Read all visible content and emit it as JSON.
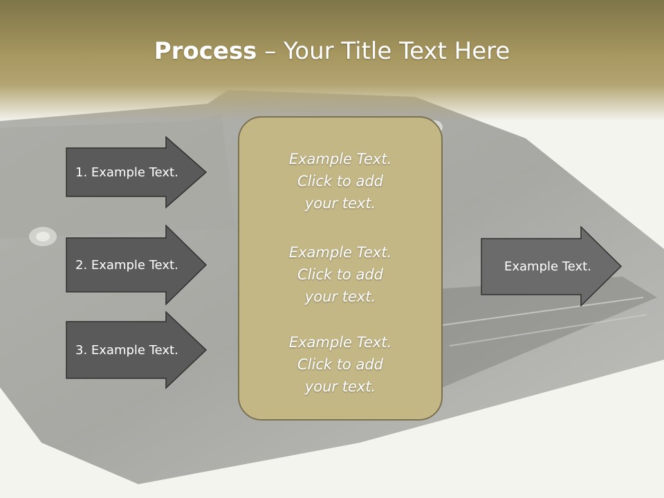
{
  "title": {
    "bold": "Process",
    "rest": " – Your Title Text Here"
  },
  "left_arrows": [
    {
      "label": "1. Example Text."
    },
    {
      "label": "2. Example Text."
    },
    {
      "label": "3. Example Text."
    }
  ],
  "center_box": {
    "items": [
      {
        "line1": "Example Text.",
        "line2": "Click  to add",
        "line3": "your text."
      },
      {
        "line1": "Example Text.",
        "line2": "Click  to add",
        "line3": "your text."
      },
      {
        "line1": "Example Text.",
        "line2": "Click  to add",
        "line3": "your text."
      }
    ]
  },
  "right_arrow": {
    "label": "Example Text."
  },
  "colors": {
    "header": "#a6965f",
    "arrow_dark": "#5a5a5a",
    "arrow_medium": "#6b6b6b",
    "center_fill": "#c4b786",
    "center_border": "#7a7150"
  }
}
